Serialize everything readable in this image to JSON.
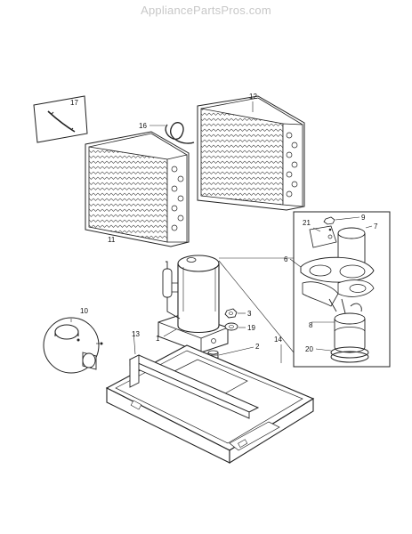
{
  "watermark": "AppliancePartsPros.com",
  "callouts": {
    "c1": "1",
    "c2": "2",
    "c3": "3",
    "c6": "6",
    "c7": "7",
    "c8": "8",
    "c9": "9",
    "c10": "10",
    "c11": "11",
    "c12": "12",
    "c13": "13",
    "c14": "14",
    "c16": "16",
    "c17": "17",
    "c19": "19",
    "c20": "20",
    "c21": "21"
  }
}
